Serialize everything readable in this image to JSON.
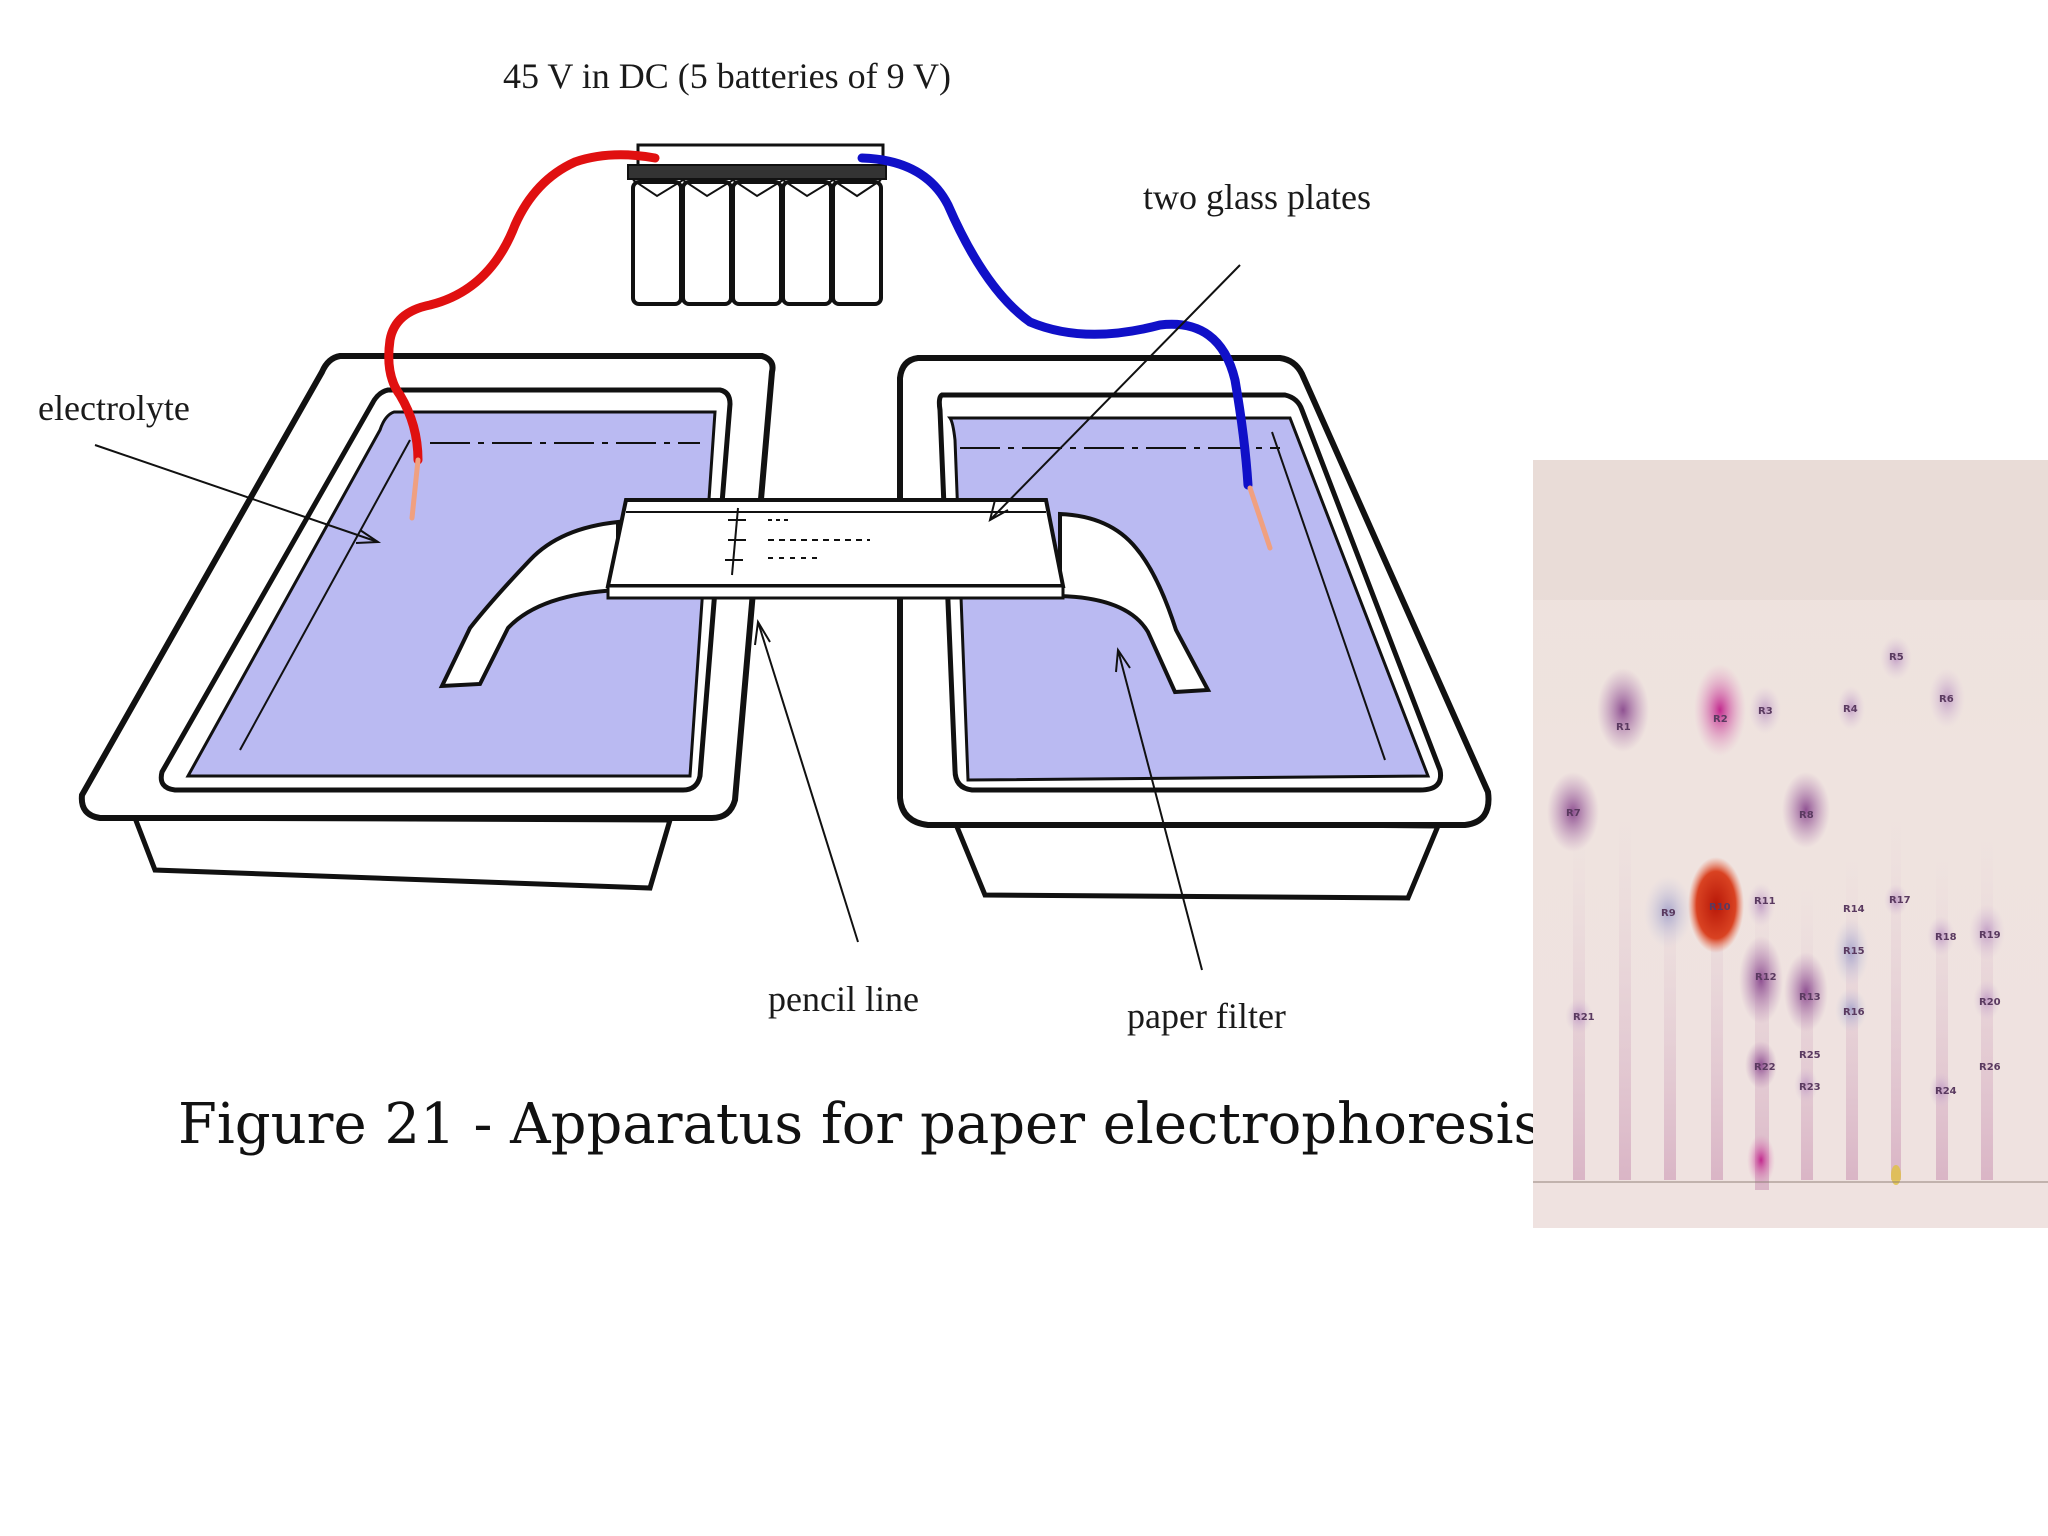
{
  "labels": {
    "power_supply": "45 V in DC (5 batteries of 9 V)",
    "two_glass_plates": "two glass plates",
    "electrolyte": "electrolyte",
    "pencil_line": "pencil line",
    "paper_filter": "paper filter"
  },
  "caption": "Figure 21 - Apparatus for paper electrophoresis.",
  "colors": {
    "positive_wire": "#e01010",
    "negative_wire": "#1010c8",
    "electrolyte": "#babaf2",
    "outline": "#111111"
  },
  "chromatogram": {
    "spot_labels": [
      "R1",
      "R2",
      "R3",
      "R4",
      "R5",
      "R6",
      "R7",
      "R8",
      "R9",
      "R10",
      "R11",
      "R12",
      "R13",
      "R14",
      "R15",
      "R16",
      "R17",
      "R18",
      "R19",
      "R20",
      "R21",
      "R22",
      "R23",
      "R24",
      "R25",
      "R26"
    ]
  }
}
